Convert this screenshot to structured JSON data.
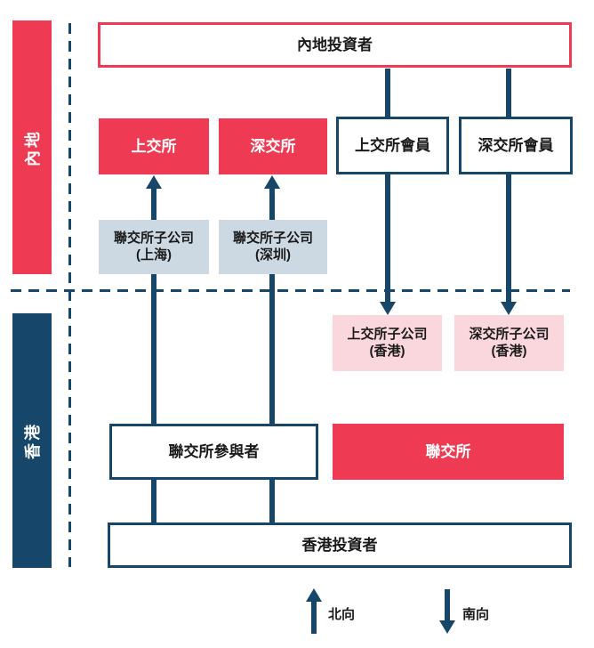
{
  "regions": {
    "mainland": "內地",
    "hongkong": "香港"
  },
  "nodes": {
    "mainland_investors": "內地投資者",
    "sse": "上交所",
    "szse": "深交所",
    "sse_members": "上交所會員",
    "szse_members": "深交所會員",
    "sehk_sub_shanghai": {
      "line1": "聯交所子公司",
      "line2": "(上海)"
    },
    "sehk_sub_shenzhen": {
      "line1": "聯交所子公司",
      "line2": "(深圳)"
    },
    "sse_sub_hk": {
      "line1": "上交所子公司",
      "line2": "(香港)"
    },
    "szse_sub_hk": {
      "line1": "深交所子公司",
      "line2": "(香港)"
    },
    "sehk_participants": "聯交所參與者",
    "sehk": "聯交所",
    "hk_investors": "香港投資者"
  },
  "legend": {
    "northbound": "北向",
    "southbound": "南向"
  },
  "colors": {
    "red": "#EE3A52",
    "navy": "#17466B",
    "light_blue": "#CDD9E2",
    "pink": "#F9D7DD"
  }
}
